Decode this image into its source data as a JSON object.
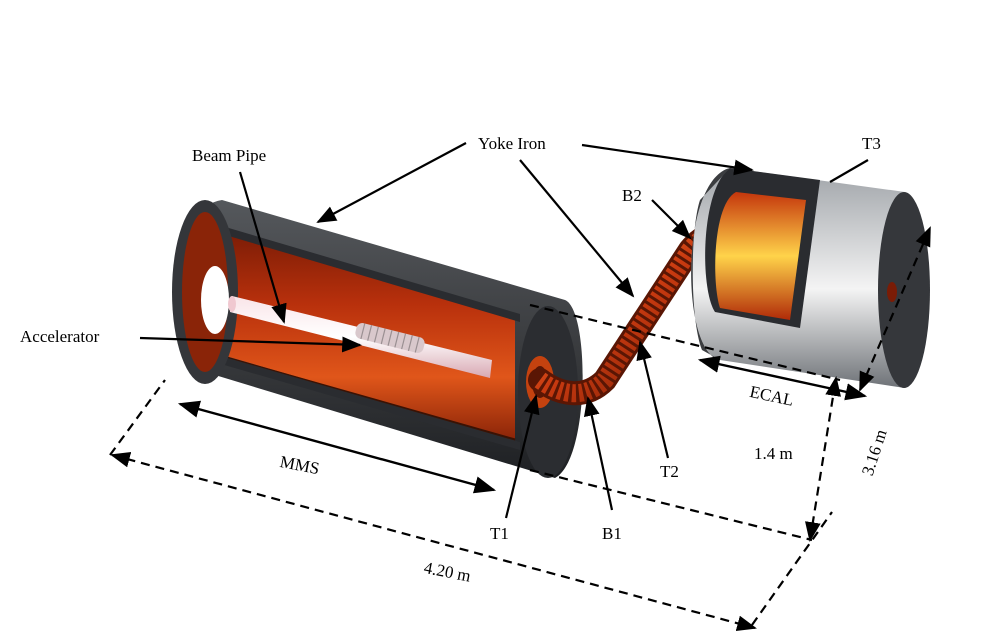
{
  "labels": {
    "beam_pipe": "Beam Pipe",
    "yoke_iron": "Yoke Iron",
    "t3": "T3",
    "b2": "B2",
    "accelerator": "Accelerator",
    "ecal": "ECAL",
    "dim_316": "3.16 m",
    "dim_14": "1.4 m",
    "t2": "T2",
    "mms": "MMS",
    "t1": "T1",
    "b1": "B1",
    "dim_420": "4.20 m"
  },
  "colors": {
    "iron": "#3b3d40",
    "iron_dark": "#24262a",
    "coil_red": "#b8300c",
    "coil_bright": "#ff8a2a",
    "pipe": "#f3d6dc",
    "steel_light": "#e8e8e8"
  }
}
